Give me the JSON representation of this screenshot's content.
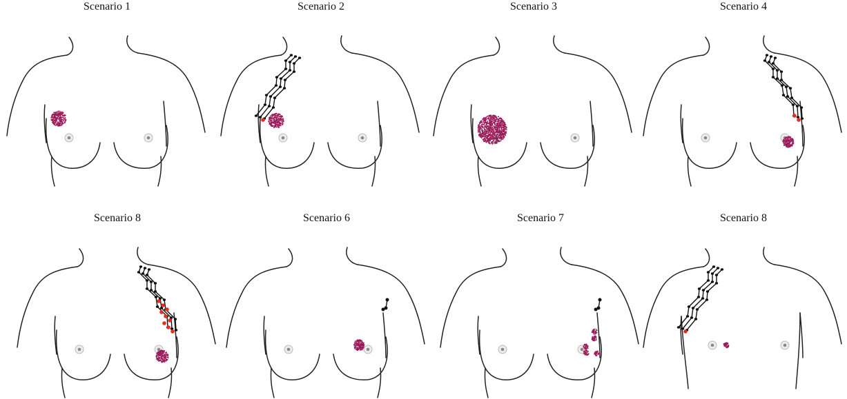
{
  "panels": [
    {
      "title": "Scenario 1",
      "tumors": [
        {
          "side": "right",
          "pos": "upper-outer",
          "size": "small"
        }
      ],
      "lymph": "none",
      "red_nodes": 0,
      "nodule": false
    },
    {
      "title": "Scenario 2",
      "tumors": [
        {
          "side": "right",
          "pos": "upper-outer",
          "size": "small"
        }
      ],
      "lymph": "right-axilla",
      "red_nodes": 1,
      "nodule": false
    },
    {
      "title": "Scenario 3",
      "tumors": [
        {
          "side": "right",
          "pos": "center-outer",
          "size": "large"
        }
      ],
      "lymph": "none",
      "red_nodes": 0,
      "nodule": false
    },
    {
      "title": "Scenario 4",
      "tumors": [
        {
          "side": "left",
          "pos": "lower-outer",
          "size": "small"
        }
      ],
      "lymph": "left-axilla",
      "red_nodes": 2,
      "nodule": false
    },
    {
      "title": "Scenario 8",
      "tumors": [
        {
          "side": "left",
          "pos": "lower-outer",
          "size": "small"
        }
      ],
      "lymph": "left-axilla",
      "red_nodes": 9,
      "nodule": false
    },
    {
      "title": "Scenario 6",
      "tumors": [
        {
          "side": "left",
          "pos": "inner",
          "size": "small"
        }
      ],
      "lymph": "none",
      "red_nodes": 0,
      "nodule": true
    },
    {
      "title": "Scenario 7",
      "tumors": [
        {
          "side": "left",
          "pos": "multi",
          "size": "multifocal"
        }
      ],
      "lymph": "none",
      "red_nodes": 0,
      "nodule": true
    },
    {
      "title": "Scenario 8",
      "tumors": [
        {
          "side": "right",
          "pos": "medial",
          "size": "tiny"
        }
      ],
      "lymph": "right-axilla",
      "red_nodes": 1,
      "nodule": false,
      "male": true
    }
  ],
  "colors": {
    "tumor": "#9b1b5a",
    "node_red": "#e03020",
    "outline": "#222222"
  }
}
